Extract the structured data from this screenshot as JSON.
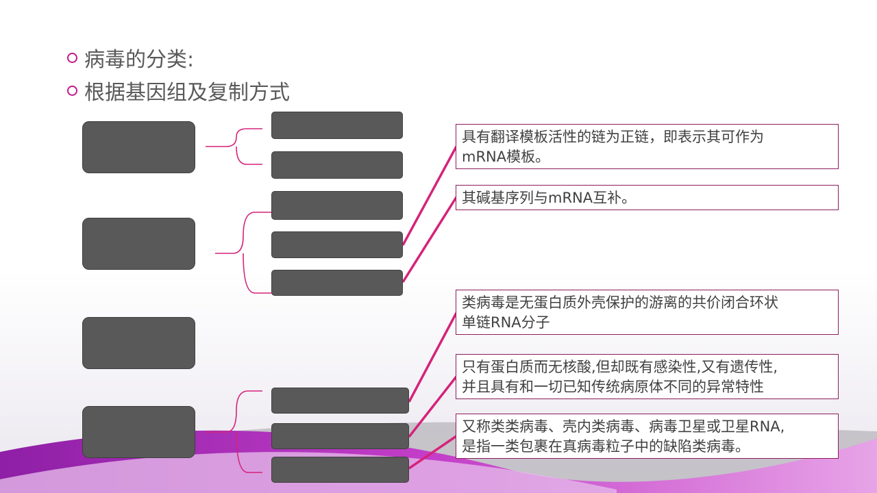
{
  "bullets": [
    "病毒的分类:",
    "根据基因组及复制方式"
  ],
  "notes": [
    {
      "lines": [
        "具有翻译模板活性的链为正链，即表示其可作为",
        "mRNA模板。"
      ]
    },
    {
      "lines": [
        "其碱基序列与mRNA互补。"
      ]
    },
    {
      "lines": [
        "类病毒是无蛋白质外壳保护的游离的共价闭合环状",
        "单链RNA分子"
      ]
    },
    {
      "lines": [
        "只有蛋白质而无核酸,但却既有感染性,又有遗传性,",
        "并且具有和一切已知传统病原体不同的异常特性"
      ]
    },
    {
      "lines": [
        "又称类类病毒、壳内类病毒、病毒卫星或卫星RNA,",
        "是指一类包裹在真病毒粒子中的缺陷类病毒。"
      ]
    }
  ],
  "colors": {
    "accent": "#c2198a",
    "connector": "#d4237a",
    "box_fill": "#595959",
    "note_border": "#8c1c5a"
  }
}
